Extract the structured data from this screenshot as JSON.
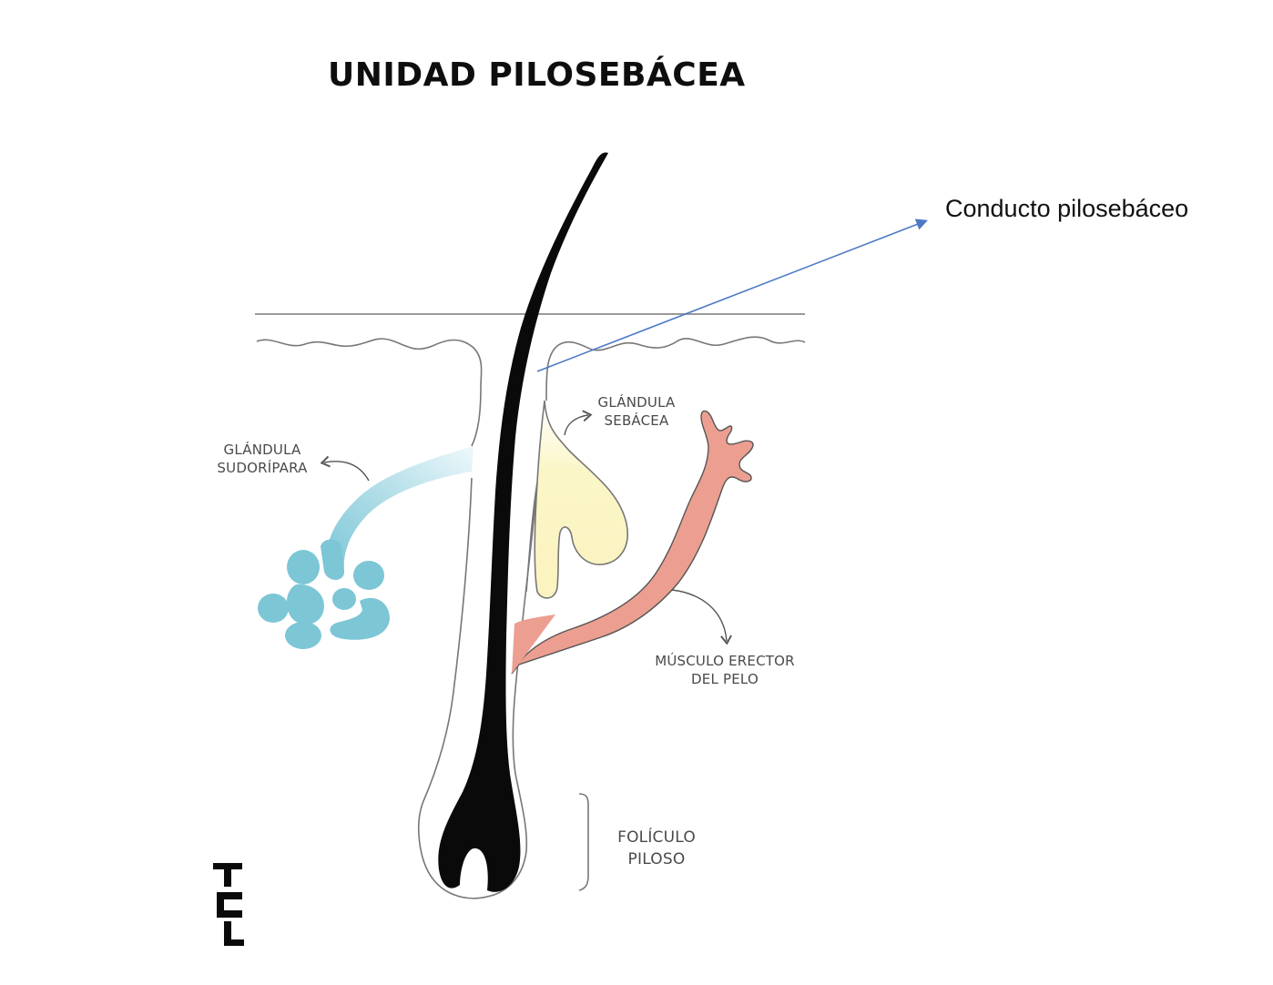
{
  "title": "UNIDAD PILOSEBÁCEA",
  "labels": {
    "sweat_gland": [
      "GLÁNDULA",
      "SUDORÍPARA"
    ],
    "sebaceous_gland": [
      "GLÁNDULA",
      "SEBÁCEA"
    ],
    "erector_muscle": [
      "MÚSCULO ERECTOR",
      "DEL PELO"
    ],
    "hair_follicle": [
      "FOLÍCULO",
      "PILOSO"
    ]
  },
  "callout": "Conducto pilosebáceo",
  "logo_text": "TCL",
  "colors": {
    "hair": "#0a0a0a",
    "sweat_gland": "#7cc6d6",
    "sebaceous_gland": "#fbf6c8",
    "erector_muscle": "#ec9f90",
    "skin_line": "#9a9a9a",
    "callout_arrow": "#4d79c4"
  }
}
